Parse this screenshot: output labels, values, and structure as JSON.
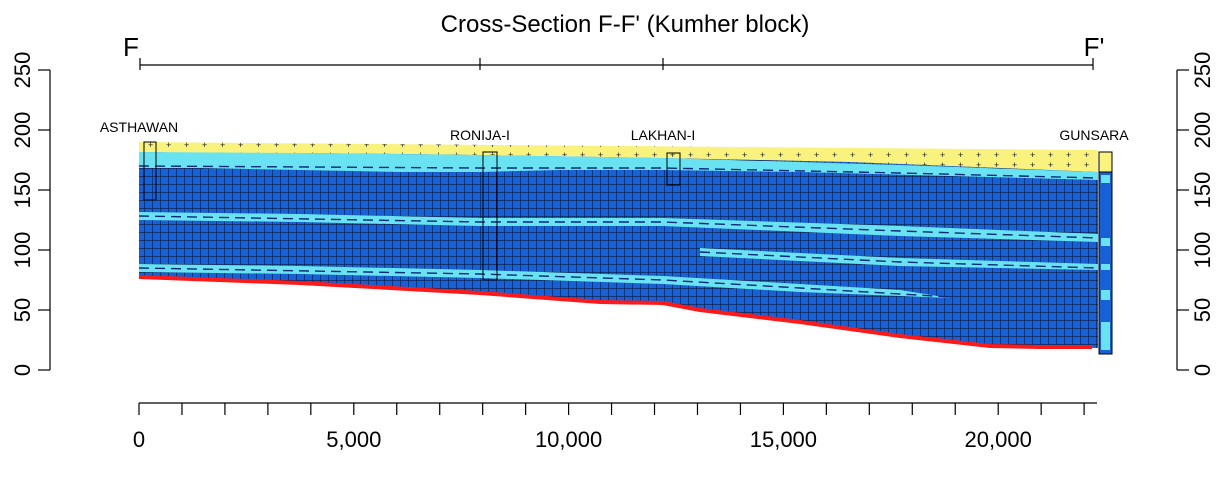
{
  "diagram": {
    "title": "Cross-Section F-F' (Kumher block)",
    "start_label": "F",
    "end_label": "F'",
    "wells": [
      {
        "name": "ASTHAWAN",
        "distance": 300
      },
      {
        "name": "RONIJA-I",
        "distance": 8100
      },
      {
        "name": "LAKHAN-I",
        "distance": 12400
      },
      {
        "name": "GUNSARA",
        "distance": 22100
      }
    ],
    "x_axis": {
      "range": [
        0,
        22300
      ],
      "major_ticks": [
        0,
        5000,
        10000,
        15000,
        20000
      ],
      "major_labels": [
        "0",
        "5,000",
        "10,000",
        "15,000",
        "20,000"
      ],
      "minor_step": 1000
    },
    "y_axis": {
      "range": [
        0,
        250
      ],
      "ticks": [
        0,
        50,
        100,
        150,
        200,
        250
      ],
      "labels": [
        "0",
        "50",
        "100",
        "150",
        "200",
        "250"
      ]
    },
    "colors": {
      "sand_top": "#f9f27c",
      "clay_blue": "#1660d8",
      "aquifer_cyan": "#69e3f2",
      "base_red": "#ff1a1a",
      "grid_line": "#101828"
    }
  }
}
